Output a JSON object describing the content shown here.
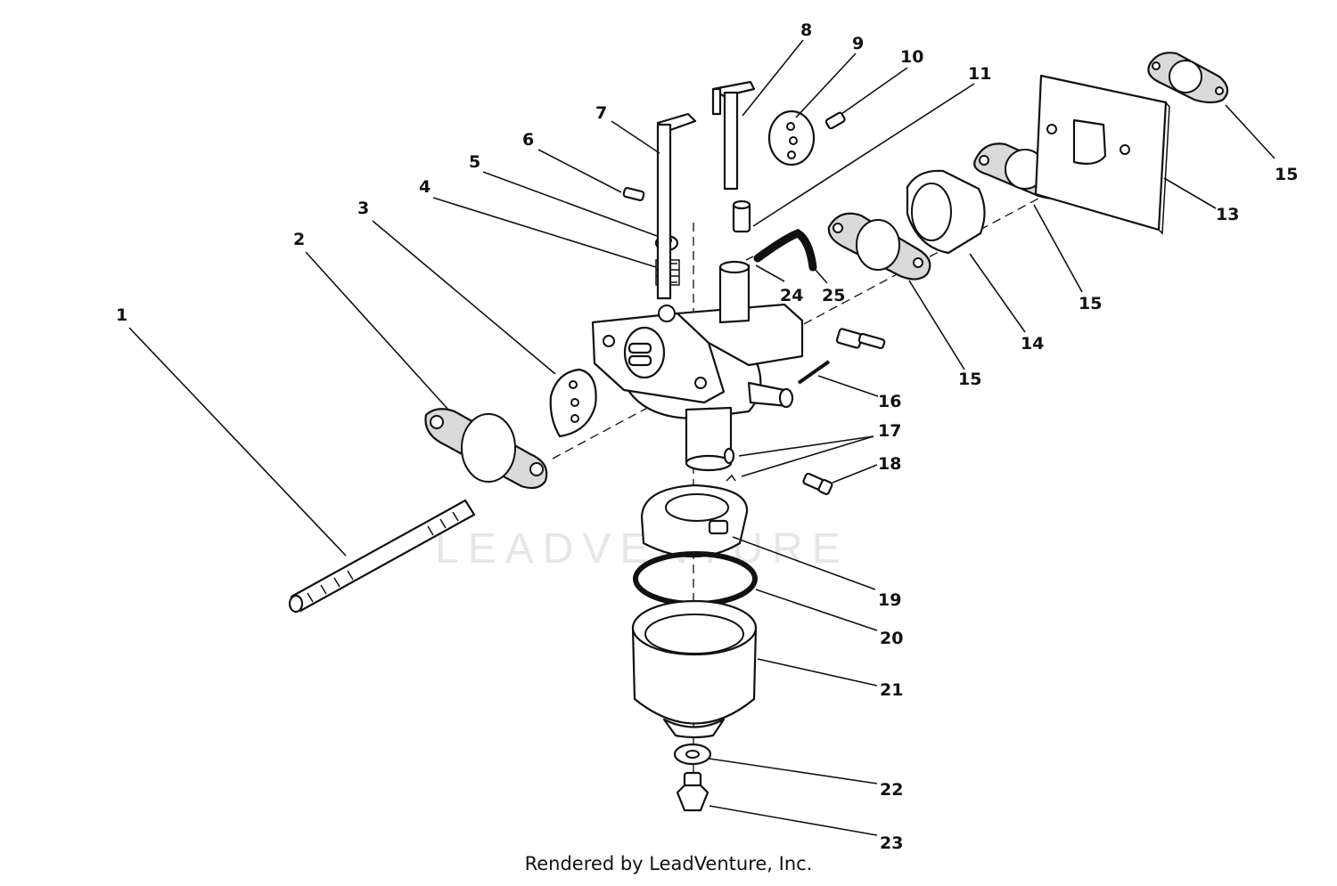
{
  "watermark": "LEADVENTURE",
  "credit": "Rendered by LeadVenture, Inc.",
  "callouts": {
    "c1": "1",
    "c2": "2",
    "c3": "3",
    "c4": "4",
    "c5": "5",
    "c6": "6",
    "c7": "7",
    "c8": "8",
    "c9": "9",
    "c10": "10",
    "c11": "11",
    "c13": "13",
    "c14": "14",
    "c15a": "15",
    "c15b": "15",
    "c15c": "15",
    "c16": "16",
    "c17": "17",
    "c18": "18",
    "c19": "19",
    "c20": "20",
    "c21": "21",
    "c22": "22",
    "c23": "23",
    "c24": "24",
    "c25": "25"
  }
}
